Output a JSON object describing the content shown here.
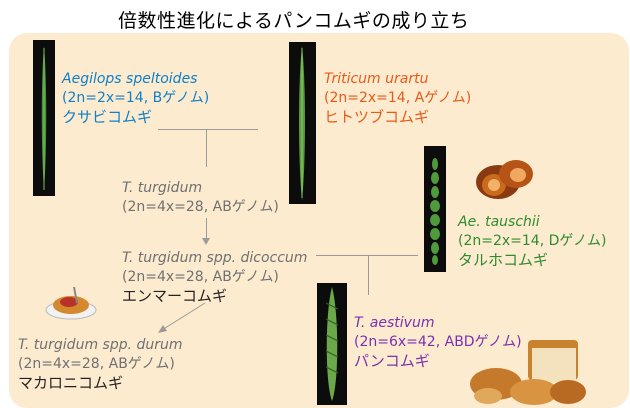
{
  "title": "倍数性進化によるパンコムギの成り立ち",
  "species": {
    "speltoides": {
      "sci": "Aegilops speltoides",
      "genome": "(2n=2x=14, Bゲノム)",
      "jp": "クサビコムギ",
      "color": "#0f7fc8"
    },
    "urartu": {
      "sci": "Triticum urartu",
      "genome": "(2n=2x=14, Aゲノム)",
      "jp": "ヒトツブコムギ",
      "color": "#e85a1a"
    },
    "turgidum": {
      "sci": "T. turgidum",
      "genome": "(2n=4x=28, ABゲノム)"
    },
    "dicoccum": {
      "sci": "T. turgidum spp. dicoccum",
      "genome": "(2n=4x=28, ABゲノム)",
      "jp": "エンマーコムギ"
    },
    "durum": {
      "sci": "T. turgidum spp. durum",
      "genome": "(2n=4x=28, ABゲノム)",
      "jp": "マカロニコムギ"
    },
    "tauschii": {
      "sci": "Ae. tauschii",
      "genome": "(2n=2x=14, Dゲノム)",
      "jp": "タルホコムギ",
      "color": "#2e8b2e"
    },
    "aestivum": {
      "sci": "T. aestivum",
      "genome": "(2n=6x=42, ABDゲノム)",
      "jp": "パンコムギ",
      "color": "#7a30b0"
    }
  },
  "icons": [
    "wheat-spike-photo",
    "pasta-icon",
    "bread-icon",
    "baumkuchen-icon"
  ]
}
